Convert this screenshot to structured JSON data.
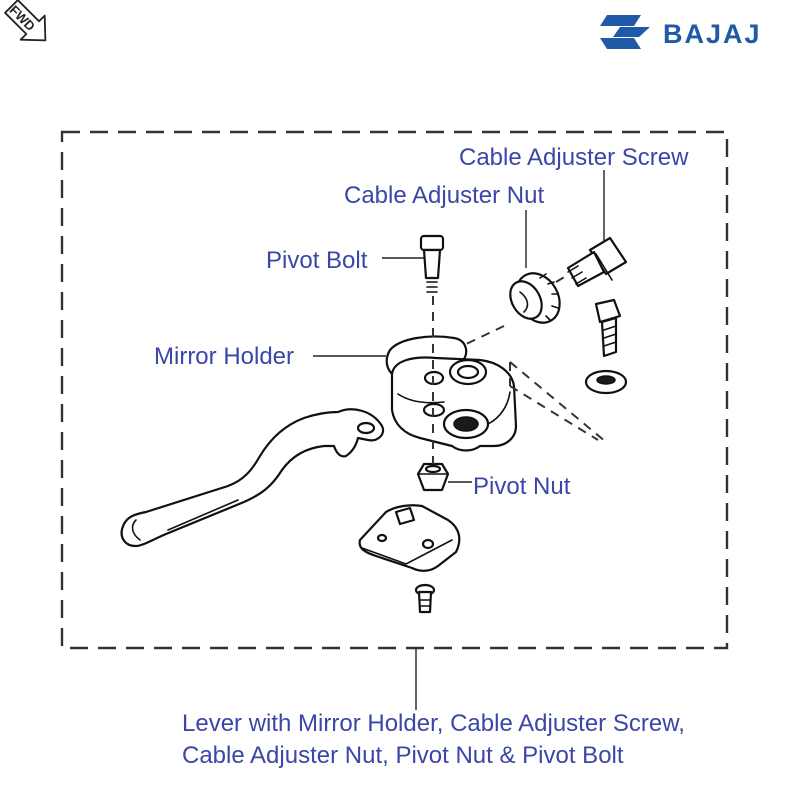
{
  "brand": {
    "name": "BAJAJ",
    "color": "#1f5aa6",
    "emblem": "bajaj-emblem-icon"
  },
  "badge": {
    "text": "FWD",
    "icon": "forward-arrow-icon"
  },
  "labels": {
    "cable_adjuster_screw": "Cable Adjuster Screw",
    "cable_adjuster_nut": "Cable Adjuster Nut",
    "pivot_bolt": "Pivot Bolt",
    "mirror_holder": "Mirror Holder",
    "pivot_nut": "Pivot Nut"
  },
  "caption": {
    "line1": "Lever with Mirror Holder, Cable Adjuster Screw,",
    "line2": "Cable Adjuster Nut, Pivot Nut & Pivot Bolt"
  },
  "colors": {
    "label": "#3b46a8",
    "line": "#111111"
  }
}
